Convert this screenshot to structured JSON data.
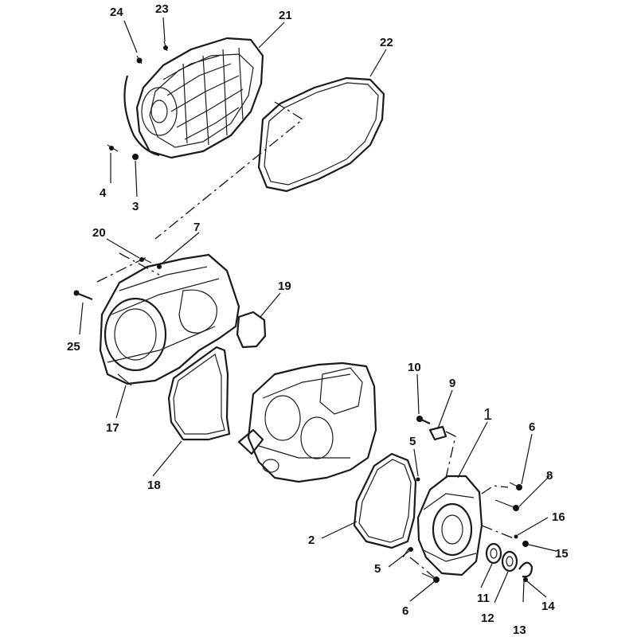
{
  "diagram": {
    "callouts": [
      "1",
      "2",
      "3",
      "4",
      "5",
      "5",
      "6",
      "6",
      "7",
      "8",
      "9",
      "10",
      "11",
      "12",
      "13",
      "14",
      "15",
      "16",
      "17",
      "18",
      "19",
      "20",
      "21",
      "22",
      "23",
      "24",
      "25"
    ]
  }
}
